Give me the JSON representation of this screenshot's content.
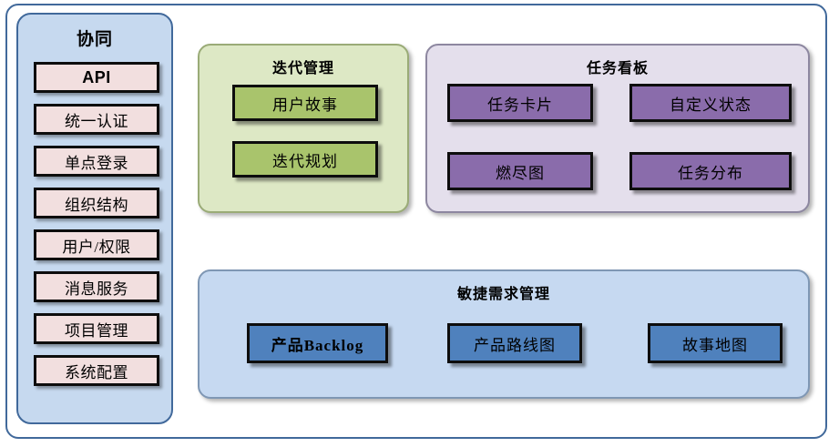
{
  "diagram": {
    "sidebar": {
      "title": "协同",
      "items": [
        {
          "label": "API",
          "style": "bold"
        },
        {
          "label": "统一认证",
          "style": "normal"
        },
        {
          "label": "单点登录",
          "style": "normal"
        },
        {
          "label": "组织结构",
          "style": "normal"
        },
        {
          "label": "用户/权限",
          "style": "normal"
        },
        {
          "label": "消息服务",
          "style": "normal"
        },
        {
          "label": "项目管理",
          "style": "normal"
        },
        {
          "label": "系统配置",
          "style": "normal"
        }
      ]
    },
    "panels": {
      "iteration": {
        "title": "迭代管理",
        "fill": "#dde8c5",
        "node_fill": "#a9c46c",
        "nodes": [
          {
            "label": "用户故事"
          },
          {
            "label": "迭代规划"
          }
        ]
      },
      "taskboard": {
        "title": "任务看板",
        "fill": "#e4dfec",
        "node_fill": "#8a6cab",
        "nodes": [
          {
            "label": "任务卡片"
          },
          {
            "label": "自定义状态"
          },
          {
            "label": "燃尽图"
          },
          {
            "label": "任务分布"
          }
        ]
      },
      "agile": {
        "title": "敏捷需求管理",
        "fill": "#c6d9f1",
        "node_fill": "#4f81bd",
        "nodes": [
          {
            "label": "产品Backlog"
          },
          {
            "label": "产品路线图"
          },
          {
            "label": "故事地图"
          }
        ]
      }
    },
    "colors": {
      "frame_border": "#41699b",
      "sidebar_fill": "#c6d9ef",
      "sidebar_item_fill": "#f2dfdf",
      "node_border": "#0d0d0d"
    }
  }
}
